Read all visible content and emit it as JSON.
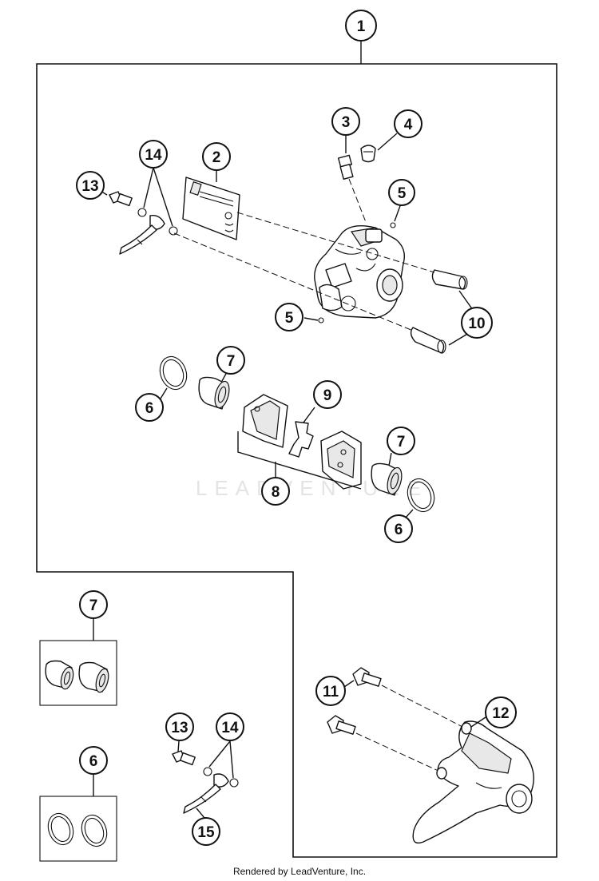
{
  "callouts": {
    "c1": "1",
    "c2": "2",
    "c3": "3",
    "c4": "4",
    "c5a": "5",
    "c5b": "5",
    "c6a": "6",
    "c6b": "6",
    "c6c": "6",
    "c7a": "7",
    "c7b": "7",
    "c7c": "7",
    "c8": "8",
    "c9": "9",
    "c10": "10",
    "c11": "11",
    "c12": "12",
    "c13a": "13",
    "c13b": "13",
    "c14a": "14",
    "c14b": "14",
    "c15": "15"
  },
  "watermark": "LEADVENTURE",
  "footer": "Rendered by LeadVenture, Inc."
}
